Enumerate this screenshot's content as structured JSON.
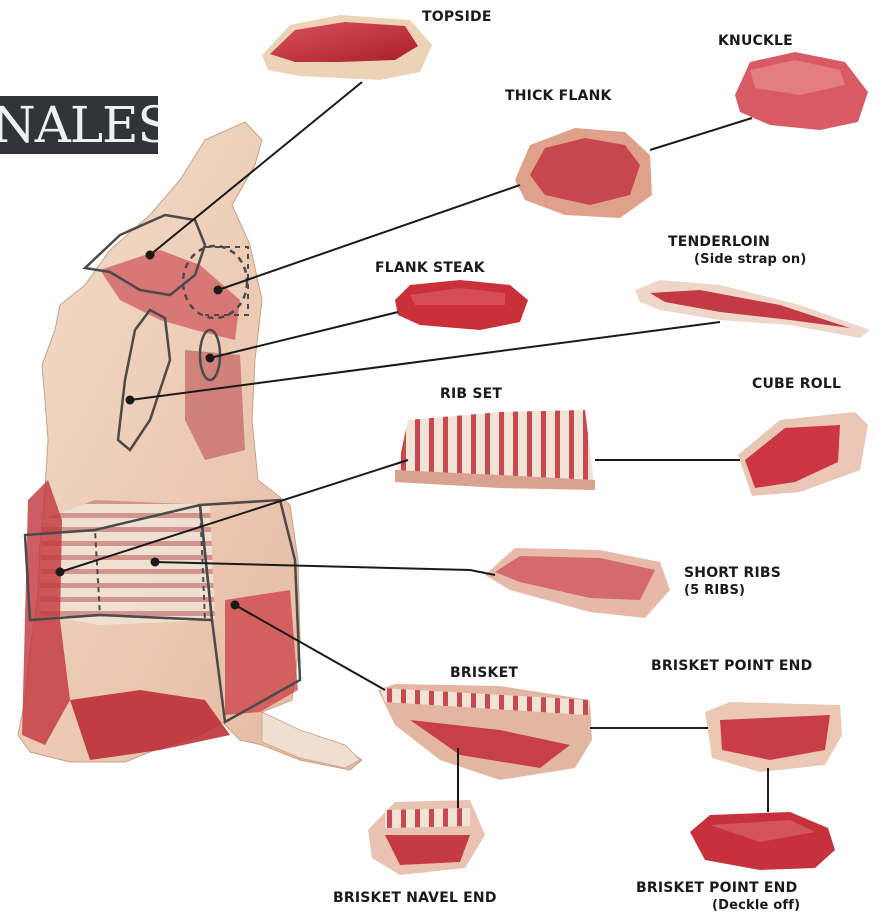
{
  "banner": {
    "text": "NALES"
  },
  "labels": {
    "topside": "TOPSIDE",
    "knuckle": "KNUCKLE",
    "thick_flank": "THICK FLANK",
    "tenderloin": "TENDERLOIN",
    "tenderloin_sub": "(Side strap on)",
    "flank_steak": "FLANK STEAK",
    "cube_roll": "CUBE ROLL",
    "rib_set": "RIB SET",
    "short_ribs": "SHORT RIBS",
    "short_ribs_sub": "(5 RIBS)",
    "brisket": "BRISKET",
    "brisket_point_end": "BRISKET POINT END",
    "brisket_navel_end": "BRISKET NAVEL END",
    "brisket_point_end_deckle": "BRISKET POINT END",
    "brisket_point_end_deckle_sub": "(Deckle off)"
  },
  "colors": {
    "meat": "#c8323a",
    "meat_dark": "#9e1c24",
    "fat": "#f0dcc6",
    "fat_shade": "#e2b9a0",
    "line": "#1a1a1a",
    "outline": "#4a4a4a"
  }
}
